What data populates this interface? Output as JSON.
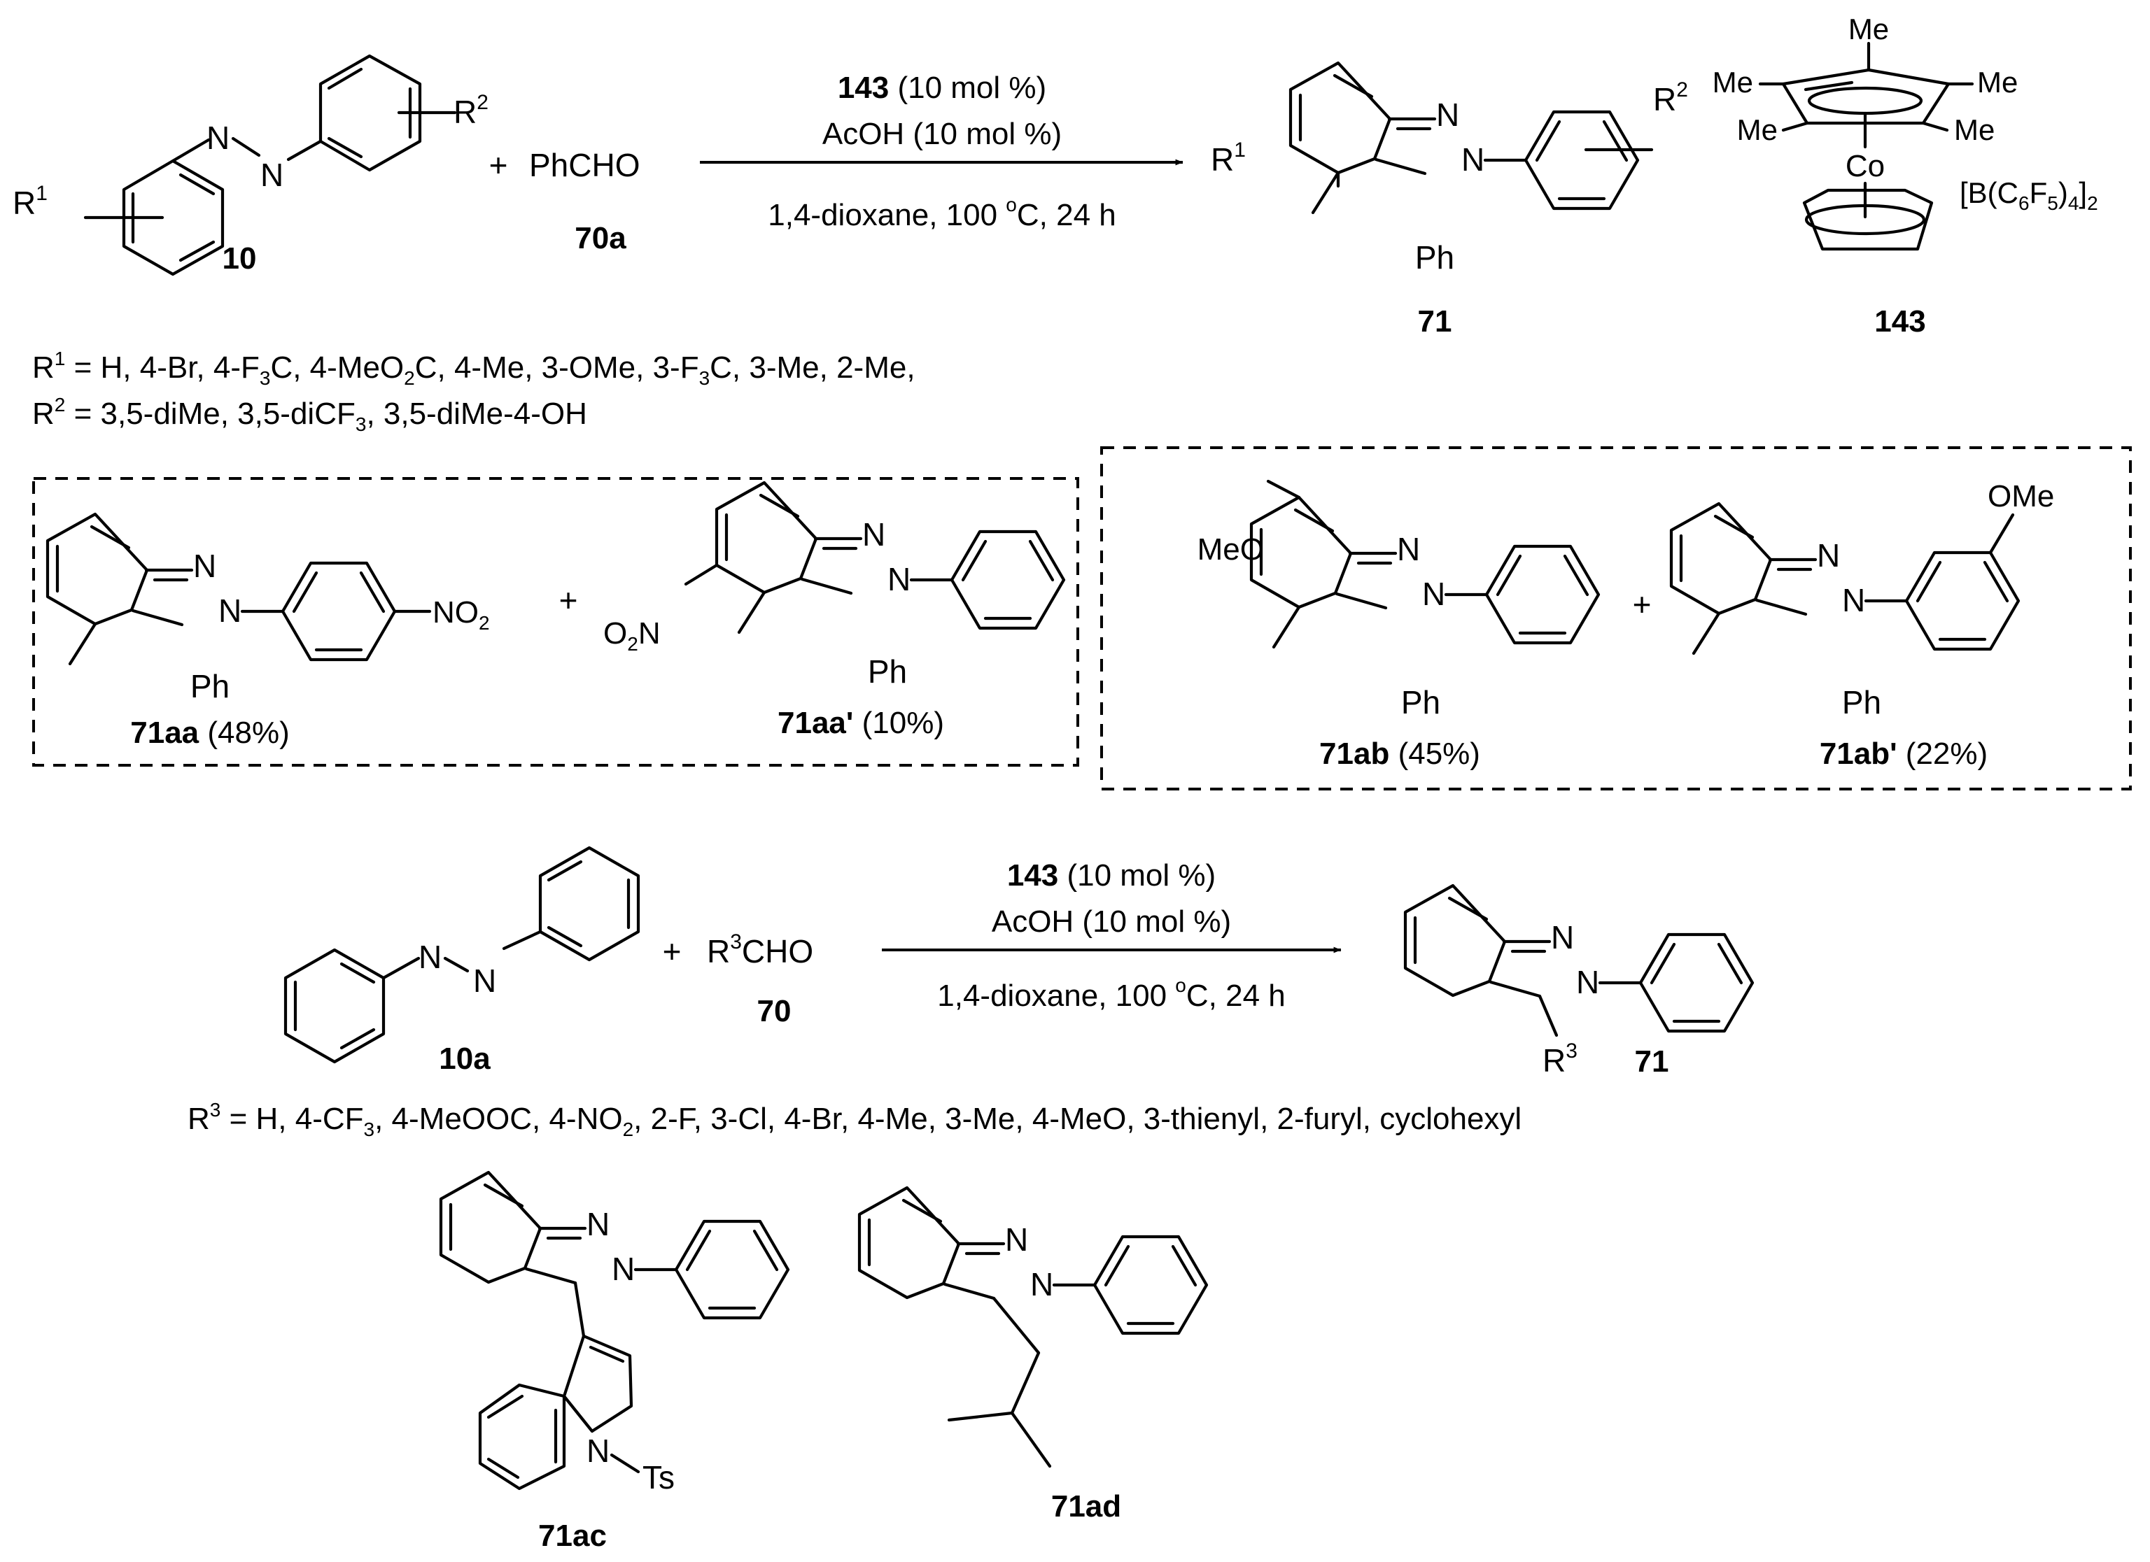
{
  "scheme1": {
    "reactant_label": "10",
    "reactant_r1": "R",
    "reactant_r1_sup": "1",
    "reactant_r2": "R",
    "reactant_r2_sup": "2",
    "plus": "+",
    "aldehyde": "PhCHO",
    "aldehyde_label": "70a",
    "conditions": {
      "line1_bold": "143",
      "line1_rest": " (10 mol %)",
      "line2": "AcOH (10 mol %)",
      "line3_a": "1,4-dioxane, 100 ",
      "line3_sup": "o",
      "line3_b": "C, 24 h"
    },
    "product_label": "71",
    "product_ph": "Ph",
    "catalyst_label": "143",
    "catalyst_me": "Me",
    "catalyst_co": "Co",
    "catalyst_counterion": {
      "a": "[B(C",
      "s1": "6",
      "b": "F",
      "s2": "5",
      "c": ")",
      "s3": "4",
      "d": "]",
      "s4": "2"
    }
  },
  "substituents": {
    "r1": {
      "pre": "R",
      "sup": "1",
      "text1": " = H, 4-Br, 4-F",
      "sub1": "3",
      "text2": "C, 4-MeO",
      "sub2": "2",
      "text3": "C, 4-Me, 3-OMe, 3-F",
      "sub3": "3",
      "text4": "C, 3-Me, 2-Me,"
    },
    "r2": {
      "pre": "R",
      "sup": "2",
      "text1": " = 3,5-diMe, 3,5-diCF",
      "sub1": "3",
      "text2": ", 3,5-diMe-4-OH"
    }
  },
  "box1": {
    "a_label": "71aa",
    "a_yield": " (48%)",
    "a_no2": {
      "a": "NO",
      "s": "2"
    },
    "plus": "+",
    "b_label": "71aa'",
    "b_yield": " (10%)",
    "b_o2n": {
      "a": "O",
      "s": "2",
      "b": "N"
    }
  },
  "box2": {
    "a_label": "71ab",
    "a_yield": " (45%)",
    "a_meo": "MeO",
    "plus": "+",
    "b_label": "71ab'",
    "b_yield": " (22%)",
    "b_ome": "OMe"
  },
  "scheme2": {
    "reactant_label": "10a",
    "plus": "+",
    "aldehyde": {
      "pre": "R",
      "sup": "3",
      "post": "CHO"
    },
    "aldehyde_label": "70",
    "conditions": {
      "line1_bold": "143",
      "line1_rest": " (10 mol %)",
      "line2": "AcOH (10 mol %)",
      "line3_a": "1,4-dioxane, 100 ",
      "line3_sup": "o",
      "line3_b": "C, 24 h"
    },
    "product_label": "71",
    "product_r3": {
      "pre": "R",
      "sup": "3"
    }
  },
  "r3_list": {
    "pre": "R",
    "sup": "3",
    "text1": " = H, 4-CF",
    "sub1": "3",
    "text2": ", 4-MeOOC, 4-NO",
    "sub2": "2",
    "text3": ", 2-F, 3-Cl, 4-Br, 4-Me, 3-Me, 4-MeO, 3-thienyl, 2-furyl, cyclohexyl"
  },
  "examples": {
    "c_label": "71ac",
    "c_ts": "Ts",
    "d_label": "71ad"
  },
  "atoms": {
    "N": "N",
    "Ph": "Ph"
  }
}
